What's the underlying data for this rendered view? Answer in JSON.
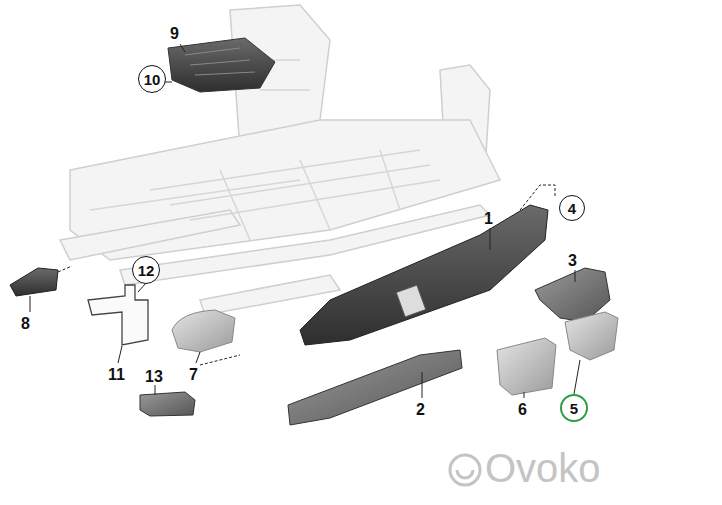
{
  "diagram": {
    "nodes": [
      {
        "text": [
          "10"
        ]
      },
      {
        "text": [
          "4"
        ]
      },
      {
        "text": [
          "12"
        ]
      },
      {
        "text": [
          "5"
        ]
      }
    ],
    "labels": [
      "9",
      "1",
      "3",
      "8",
      "11",
      "13",
      "7",
      "2",
      "6",
      "Ovoko"
    ]
  }
}
